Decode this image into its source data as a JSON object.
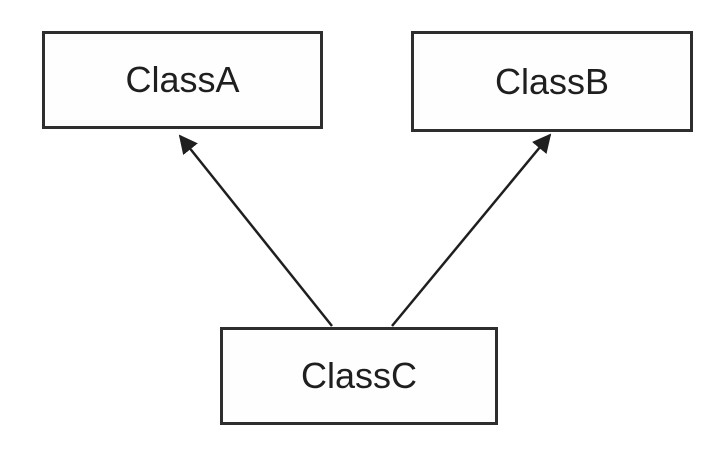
{
  "diagram": {
    "kind": "class-inheritance-diagram",
    "nodes": [
      {
        "id": "classA",
        "label": "ClassA"
      },
      {
        "id": "classB",
        "label": "ClassB"
      },
      {
        "id": "classC",
        "label": "ClassC"
      }
    ],
    "edges": [
      {
        "from": "classC",
        "to": "classA",
        "type": "arrow",
        "description": "ClassC points to ClassA"
      },
      {
        "from": "classC",
        "to": "classB",
        "type": "arrow",
        "description": "ClassC points to ClassB"
      }
    ],
    "colors": {
      "background": "#ffffff",
      "box_border": "#2e2e2e",
      "box_fill": "#fefefe",
      "text": "#1f1f1f",
      "arrow": "#1f1f1f"
    }
  }
}
